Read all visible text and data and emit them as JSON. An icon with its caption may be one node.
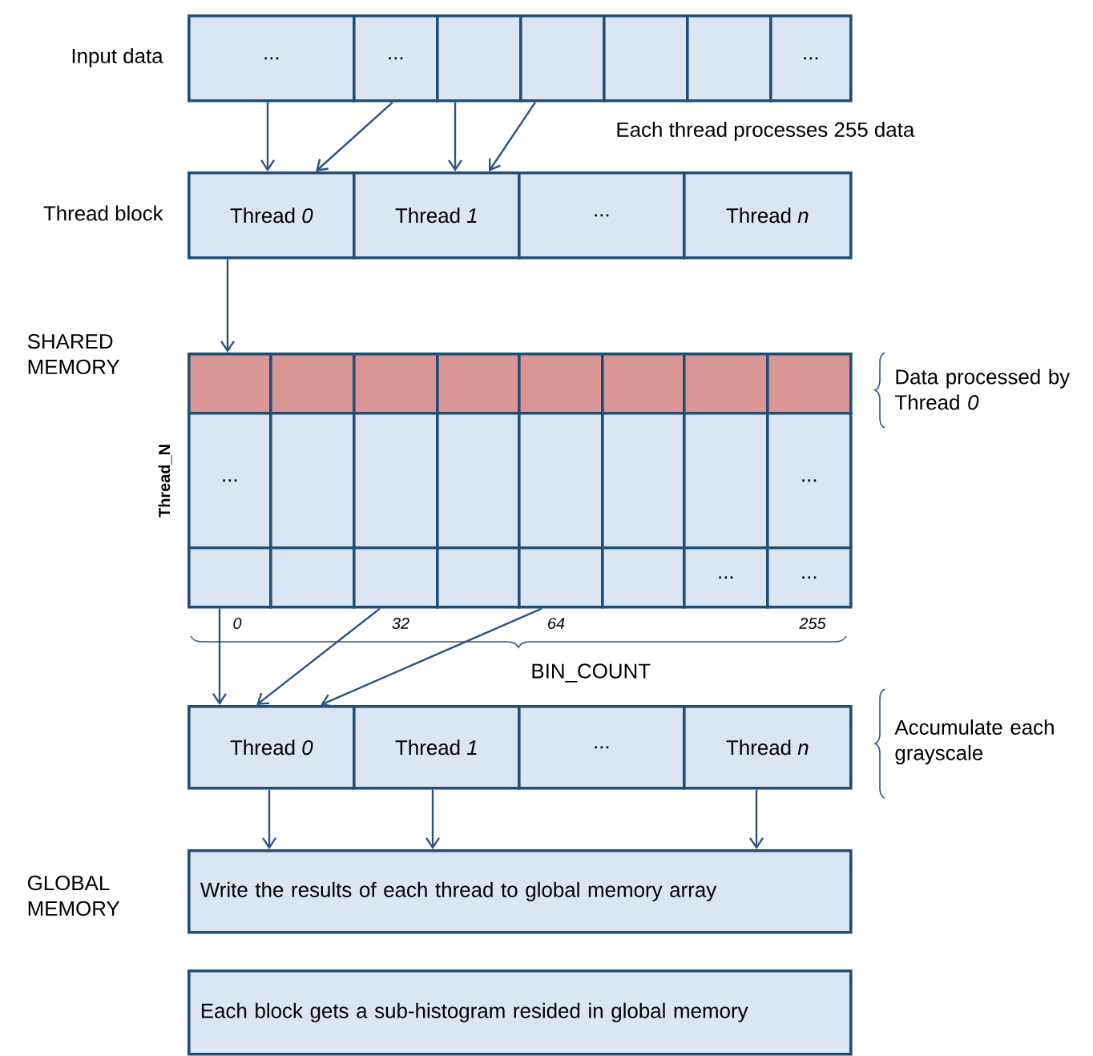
{
  "diagram": {
    "nodes": [
      {
        "text": [
          "..."
        ]
      },
      {
        "text": [
          "..."
        ]
      },
      {
        "text": [],
        "shape": "box"
      },
      {
        "text": [],
        "shape": "box"
      },
      {
        "text": [],
        "shape": "box"
      },
      {
        "text": [],
        "shape": "box"
      },
      {
        "text": [
          "..."
        ]
      },
      {
        "text": [
          "Thread *0*"
        ]
      },
      {
        "text": [
          "Thread *1*"
        ]
      },
      {
        "text": [
          "..."
        ]
      },
      {
        "text": [
          "Thread *n*"
        ]
      },
      {
        "text": [],
        "shape": "box"
      },
      {
        "text": [],
        "shape": "box"
      },
      {
        "text": [],
        "shape": "box"
      },
      {
        "text": [],
        "shape": "box"
      },
      {
        "text": [],
        "shape": "box"
      },
      {
        "text": [],
        "shape": "box"
      },
      {
        "text": [],
        "shape": "box"
      },
      {
        "text": [],
        "shape": "box"
      },
      {
        "text": [
          "..."
        ]
      },
      {
        "text": [],
        "shape": "box"
      },
      {
        "text": [],
        "shape": "box"
      },
      {
        "text": [],
        "shape": "box"
      },
      {
        "text": [],
        "shape": "box"
      },
      {
        "text": [],
        "shape": "box"
      },
      {
        "text": [],
        "shape": "box"
      },
      {
        "text": [
          "..."
        ]
      },
      {
        "text": [],
        "shape": "box"
      },
      {
        "text": [],
        "shape": "box"
      },
      {
        "text": [],
        "shape": "box"
      },
      {
        "text": [],
        "shape": "box"
      },
      {
        "text": [],
        "shape": "box"
      },
      {
        "text": [],
        "shape": "box"
      },
      {
        "text": [
          "..."
        ]
      },
      {
        "text": [
          "..."
        ]
      },
      {
        "text": [
          "Thread *0*"
        ]
      },
      {
        "text": [
          "Thread *1*"
        ]
      },
      {
        "text": [
          "..."
        ]
      },
      {
        "text": [
          "Thread *n*"
        ]
      },
      {
        "text": [
          "Write the results of each thread to global memory array"
        ]
      },
      {
        "text": [
          "Each block gets a sub-histogram resided in global memory"
        ]
      }
    ],
    "edges": [
      {
        "from": 0,
        "to": 7,
        "arrow": "to"
      },
      {
        "from": 1,
        "to": 7,
        "arrow": "to"
      },
      {
        "from": 2,
        "to": 8,
        "arrow": "to"
      },
      {
        "from": 3,
        "to": 8,
        "arrow": "to"
      },
      {
        "from": 7,
        "to": 11,
        "arrow": "to"
      },
      {
        "from": 27,
        "to": 35,
        "arrow": "to"
      },
      {
        "from": 29,
        "to": 35,
        "arrow": "to"
      },
      {
        "from": 31,
        "to": 35,
        "arrow": "to"
      },
      {
        "from": 35,
        "to": 39,
        "arrow": "to"
      },
      {
        "from": 36,
        "to": 39,
        "arrow": "to"
      },
      {
        "from": 38,
        "to": 39,
        "arrow": "to"
      }
    ],
    "labels": [
      "Input data",
      "Each thread processes 255 data",
      "Thread block",
      "SHARED MEMORY",
      "Data processed by Thread *0*",
      "Thread_N",
      "0",
      "32",
      "64",
      "255",
      "BIN_COUNT",
      "Accumulate each grayscale",
      "GLOBAL MEMORY"
    ]
  }
}
